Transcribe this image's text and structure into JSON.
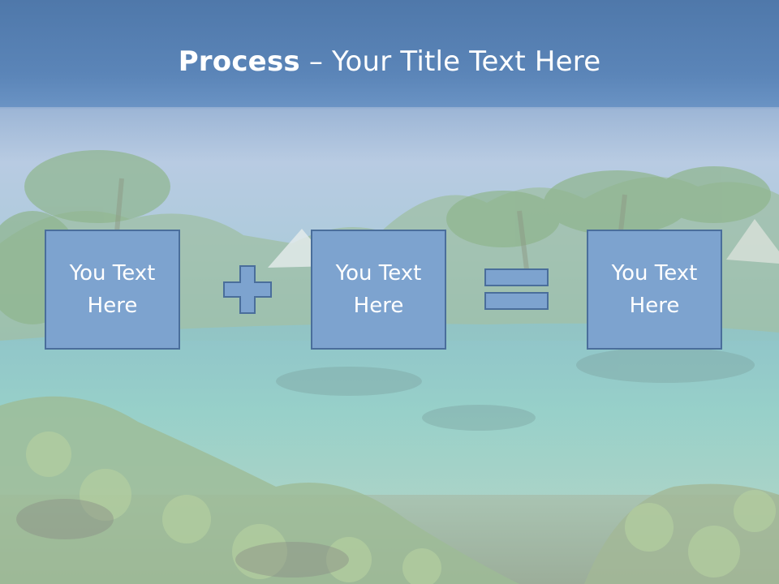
{
  "slide": {
    "title_bold": "Process",
    "title_rest": " – Your Title Text Here",
    "boxes": [
      {
        "text": "You Text Here"
      },
      {
        "text": "You Text Here"
      },
      {
        "text": "You Text Here"
      }
    ],
    "operators": [
      "plus-icon",
      "equals-icon"
    ]
  },
  "colors": {
    "title_band": "#5b85b8",
    "box_fill": "#7da3cf",
    "box_border": "#4a6e9b",
    "text": "#ffffff"
  }
}
